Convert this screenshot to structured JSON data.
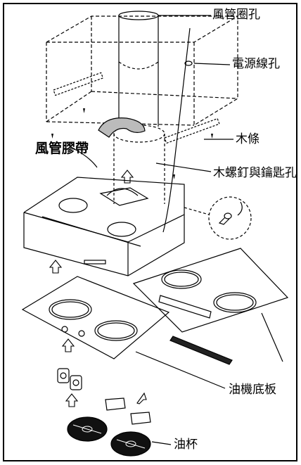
{
  "labels": {
    "duct_hole": "風管圈孔",
    "power_cord_hole": "電源線孔",
    "wood_strip": "木條",
    "duct_tape": "風管膠帶",
    "screw_keyhole": "木螺釘與鑰匙孔",
    "baffle_plate": "油機底板",
    "grease_cup": "油杯"
  },
  "colors": {
    "line": "#000000",
    "tape": "#bbbbbb",
    "background": "#ffffff"
  }
}
